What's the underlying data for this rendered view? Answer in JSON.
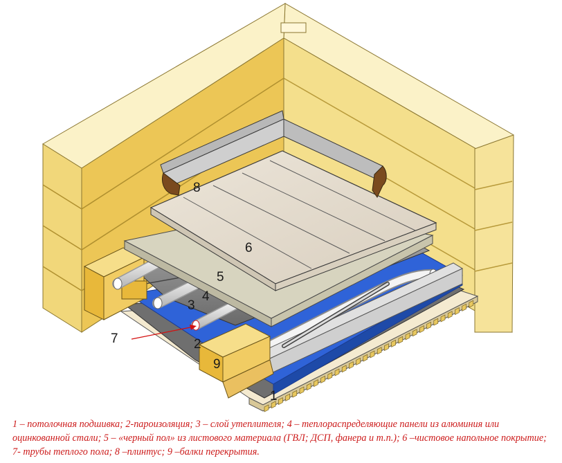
{
  "labels": {
    "l1": "1",
    "l2": "2",
    "l3": "3",
    "l4": "4",
    "l5": "5",
    "l6": "6",
    "l7": "7",
    "l8": "8",
    "l9": "9"
  },
  "caption": "1 – потолочная подшивка; 2-пароизоляция; 3 – слой утеплителя; 4 – теплораспределяющие панели из алюминия или оцинкованной стали; 5 – «черный пол» из листового материала (ГВЛ; ДСП, фанера и т.п.); 6 –чистовое напольное покрытие; 7- трубы теплого пола; 8 –плинтус; 9 –балки перекрытия.",
  "colors": {
    "wall_front": "#f5e08a",
    "wall_side": "#ecc656",
    "wall_top": "#fbf2c8",
    "joist": "#e8b83a",
    "insulation": "#2f63d8",
    "panel": "#c9c9c9",
    "subfloor": "#dcd8c2",
    "finish": "#e6ddd0",
    "pipe": "#f2f2f2",
    "caption": "#cc1a1a",
    "pointer": "#d41010"
  }
}
